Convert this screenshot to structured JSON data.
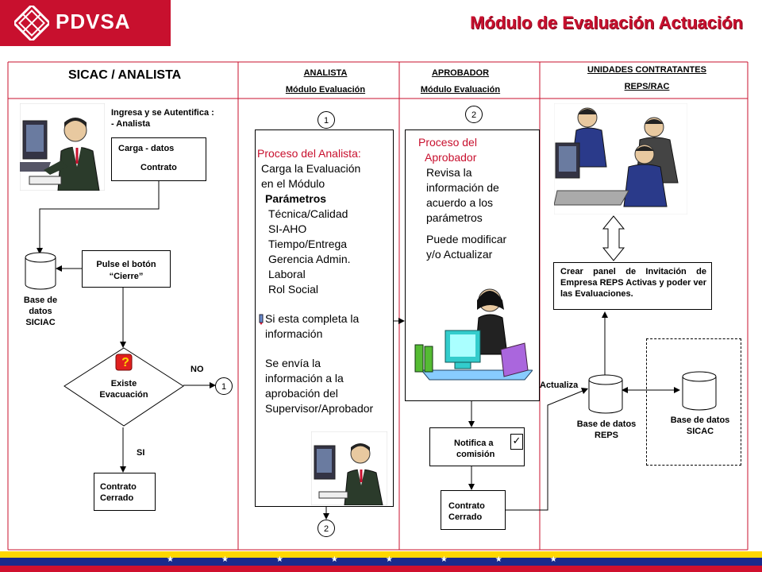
{
  "header": {
    "brand": "PDVSA",
    "title": "Módulo de Evaluación Actuación",
    "colors": {
      "brand_red": "#c8102e",
      "flag_yellow": "#ffd700",
      "flag_blue": "#1a2a8c",
      "flag_red": "#d0102e"
    }
  },
  "lanes": {
    "sicac": "SICAC / ANALISTA",
    "analista": {
      "title": "ANALISTA",
      "sub": "Módulo Evaluación"
    },
    "aprobador": {
      "title": "APROBADOR",
      "sub": "Módulo Evaluación"
    },
    "unidades": {
      "title": "UNIDADES CONTRATANTES",
      "sub": "REPS/RAC"
    }
  },
  "sicac_lane": {
    "login_text": [
      "Ingresa y se Autentifica  :",
      "- Analista"
    ],
    "carga": [
      "Carga  - datos",
      "Contrato"
    ],
    "db": [
      "Base de",
      "datos",
      "SICIAC"
    ],
    "pulse": [
      "Pulse el botón",
      "“Cierre”"
    ],
    "decision": [
      "Existe",
      "Evacuación"
    ],
    "no": "NO",
    "si": "SI",
    "connector": "1",
    "cerrado": [
      "Contrato",
      "Cerrado"
    ]
  },
  "analista_lane": {
    "connector_top": "1",
    "connector_bottom": "2",
    "lines": [
      "Proceso del Analista:",
      "Carga la Evaluación",
      "en el Módulo",
      "Parámetros",
      "Técnica/Calidad",
      "SI-AHO",
      "Tiempo/Entrega",
      "Gerencia Admin.",
      "Laboral",
      "Rol Social",
      "Si esta completa la",
      "información",
      "Se envía la",
      "información a la",
      "aprobación del",
      "Supervisor/Aprobador"
    ]
  },
  "aprobador_lane": {
    "connector_top": "2",
    "lines": [
      "Proceso del",
      "Aprobador",
      "Revisa la",
      "información de",
      "acuerdo a los",
      "parámetros",
      "Puede modificar",
      "y/o Actualizar"
    ],
    "notifica": [
      "Notifica  a",
      "comisión"
    ],
    "cerrado": [
      "Contrato",
      "Cerrado"
    ]
  },
  "unidades_lane": {
    "panel": "Crear panel de Invitación de Empresa REPS Activas y poder ver las Evaluaciones.",
    "actualiza": "Actualiza",
    "db_reps": [
      "Base de datos",
      "REPS"
    ],
    "db_sicac": [
      "Base de datos",
      "SICAC"
    ]
  }
}
